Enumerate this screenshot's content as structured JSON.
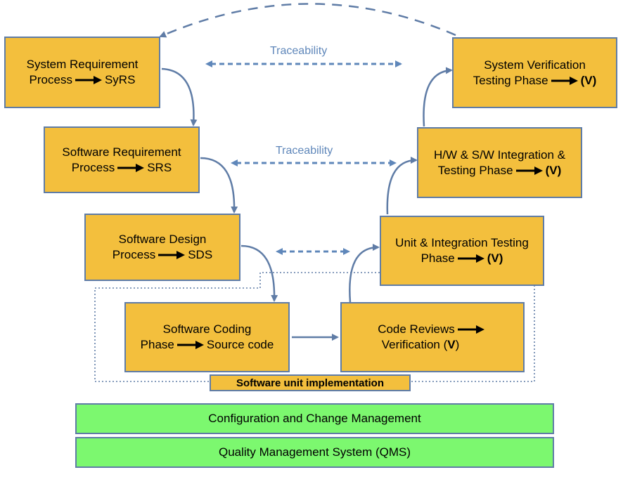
{
  "traceability": [
    "Traceability",
    "Traceability"
  ],
  "boxes": {
    "system_requirement": {
      "line1": "System Requirement",
      "line2_left": "Process",
      "line2_right": "SyRS"
    },
    "software_requirement": {
      "line1": "Software Requirement",
      "line2_left": "Process",
      "line2_right": "SRS"
    },
    "software_design": {
      "line1": "Software Design",
      "line2_left": "Process",
      "line2_right": "SDS"
    },
    "software_coding": {
      "line1": "Software Coding",
      "line2_left": "Phase",
      "line2_right": "Source code"
    },
    "code_reviews": {
      "line1_left": "Code Reviews",
      "line2_left": "Verification (",
      "line2_v": "V",
      "line2_right": ")"
    },
    "unit_integration": {
      "line1": "Unit & Integration Testing",
      "line2_left": "Phase",
      "line2_v": "(V)"
    },
    "hw_sw_integration": {
      "line1": "H/W & S/W Integration &",
      "line2_left": "Testing Phase",
      "line2_v": "(V)"
    },
    "system_verification": {
      "line1": "System Verification",
      "line2_left": "Testing Phase",
      "line2_v": "(V)"
    }
  },
  "unit_implementation_label": "Software unit implementation",
  "bars": {
    "config": "Configuration and Change Management",
    "qms": "Quality Management System (QMS)"
  },
  "colors": {
    "box_fill": "#F3BF3D",
    "border": "#5F7CA6",
    "connector": "#5F7CA6",
    "traceability": "#5F87BA",
    "bar_fill": "#7CF86F"
  }
}
